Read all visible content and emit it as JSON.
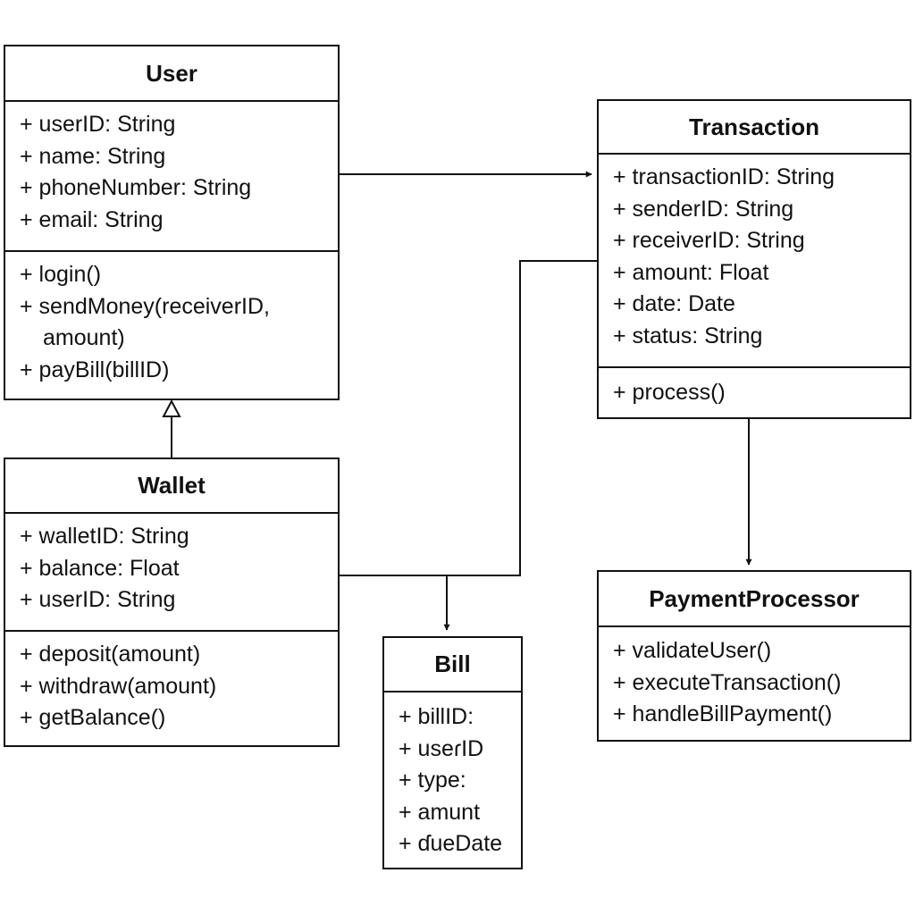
{
  "diagram": {
    "classes": {
      "user": {
        "name": "User",
        "attributes": [
          "+ userID: String",
          "+ name: String",
          "+ phoneNumber: String",
          "+ email: String"
        ],
        "methods": [
          "+ login()",
          "+ sendMoney(receiverID,",
          "amount)",
          "+ payBill(billID)"
        ]
      },
      "transaction": {
        "name": "Transaction",
        "attributes": [
          "+ transactionID: String",
          "+ senderID: String",
          "+ receiverID: String",
          "+ amount: Float",
          "+ date: Date",
          "+ status: String"
        ],
        "methods": [
          "+ process()"
        ]
      },
      "wallet": {
        "name": "Wallet",
        "attributes": [
          "+ walletID: String",
          "+ balance: Float",
          "+ userID: String"
        ],
        "methods": [
          "+ deposit(amount)",
          "+ withdraw(amount)",
          "+ getBalance()"
        ]
      },
      "payment_processor": {
        "name": "PaymentProcessor",
        "attributes": [],
        "methods": [
          "+ validateUser()",
          "+ executeTransaction()",
          "+ handleBillPayment()"
        ]
      },
      "bill": {
        "name": "Bill",
        "attributes": [
          "+ billID:",
          "+ useɾID",
          "+ type:",
          "+ amunt",
          "+ ɗueDate"
        ],
        "methods": []
      }
    },
    "colors": {
      "stroke": "#111111",
      "background": "#ffffff"
    }
  }
}
